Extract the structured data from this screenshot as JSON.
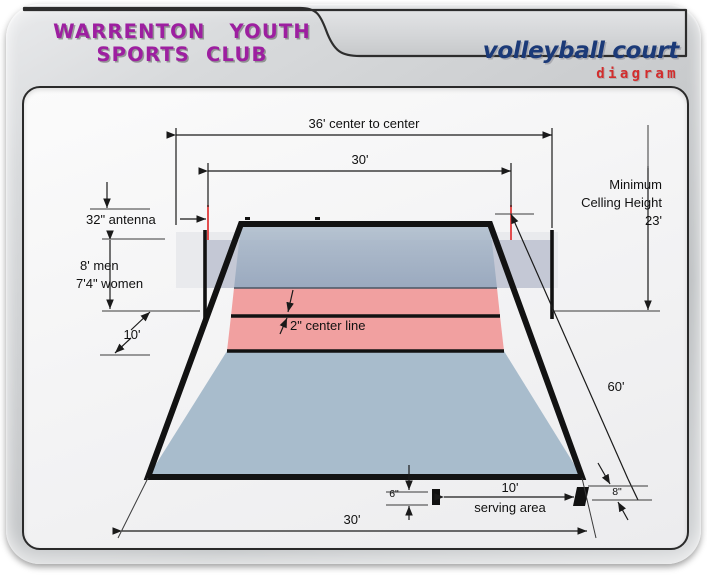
{
  "header": {
    "club_line1": "WARRENTON   YOUTH",
    "club_line2": "SPORTS  CLUB",
    "brand_main": "volleyball court",
    "brand_sub": "diagram",
    "club_color": "#9d1fa0",
    "brand_color": "#1b3a78",
    "brand_sub_color": "#d22d2d"
  },
  "diagram": {
    "title": "volleyball court diagram",
    "labels": {
      "center_to_center": "36' center to center",
      "court_width_top": "30'",
      "antenna": "32\" antenna",
      "net_height_men": "8'  men",
      "net_height_women": "7'4\" women",
      "attack_line": "10'",
      "center_line": "2\" center line",
      "ceiling_line1": "Minimum",
      "ceiling_line2": "Celling Height",
      "ceiling_line3": "23'",
      "overall_length": "60'",
      "service_mark": "6\"",
      "serving_area_dim": "10'",
      "serving_area_text": "serving area",
      "endline_offset": "8\"",
      "court_width_bottom": "30'"
    },
    "colors": {
      "back_zone": "#a8bccc",
      "attack_zone": "#f1a0a0",
      "far_zone": "#a4b2c6",
      "court_line": "#121212",
      "antenna": "#e03b3b",
      "net_band": "#c2c6d4",
      "post": "#111111"
    }
  }
}
